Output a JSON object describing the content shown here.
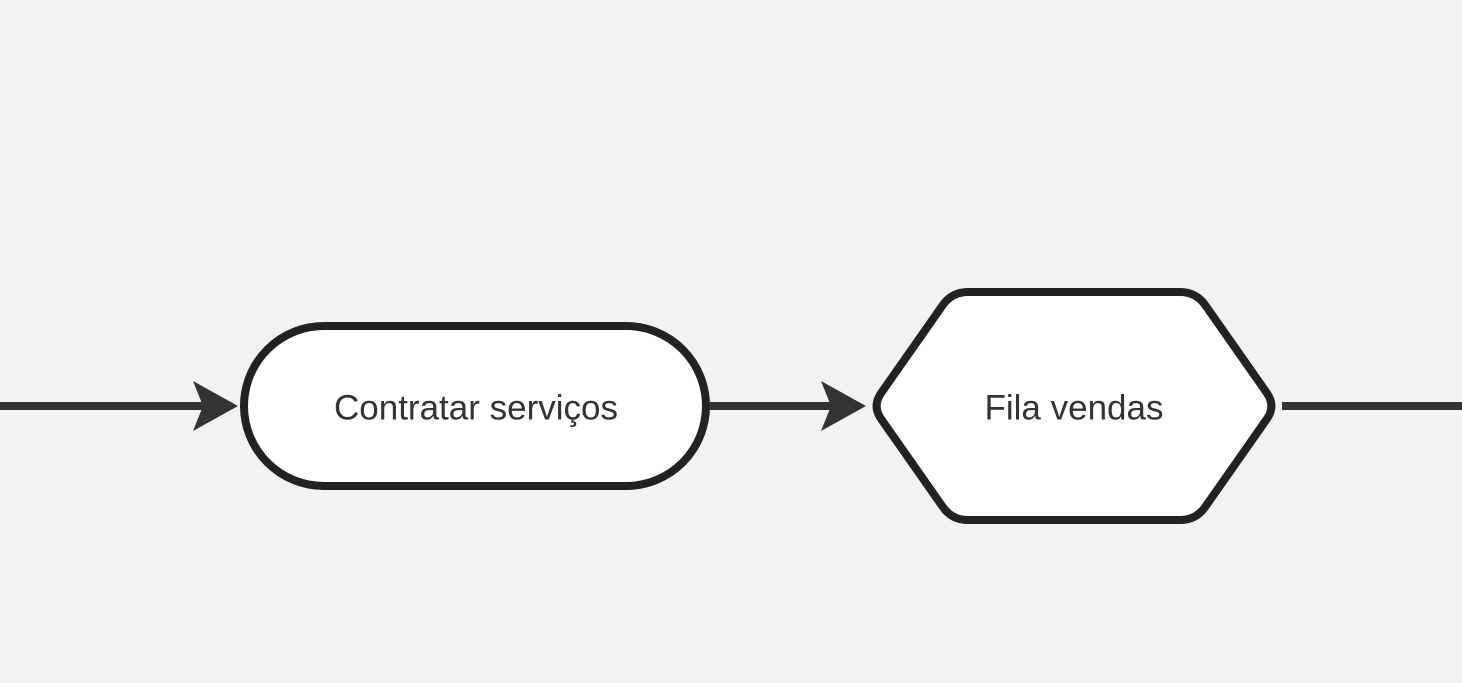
{
  "canvas": {
    "background_color": "#f2f2f2"
  },
  "diagram": {
    "type": "flowchart",
    "direction": "left-to-right",
    "colors": {
      "edge": "#333333",
      "node_border": "#222222",
      "node_fill": "#ffffff",
      "text": "#333333"
    },
    "nodes": [
      {
        "id": "contratar-servicos",
        "label": "Contratar serviços",
        "shape": "stadium"
      },
      {
        "id": "fila-vendas",
        "label": "Fila vendas",
        "shape": "hexagon"
      }
    ],
    "edges": [
      {
        "from": "offscreen-left",
        "to": "contratar-servicos",
        "arrowhead": true
      },
      {
        "from": "contratar-servicos",
        "to": "fila-vendas",
        "arrowhead": true
      },
      {
        "from": "fila-vendas",
        "to": "offscreen-right",
        "arrowhead": false
      }
    ]
  }
}
